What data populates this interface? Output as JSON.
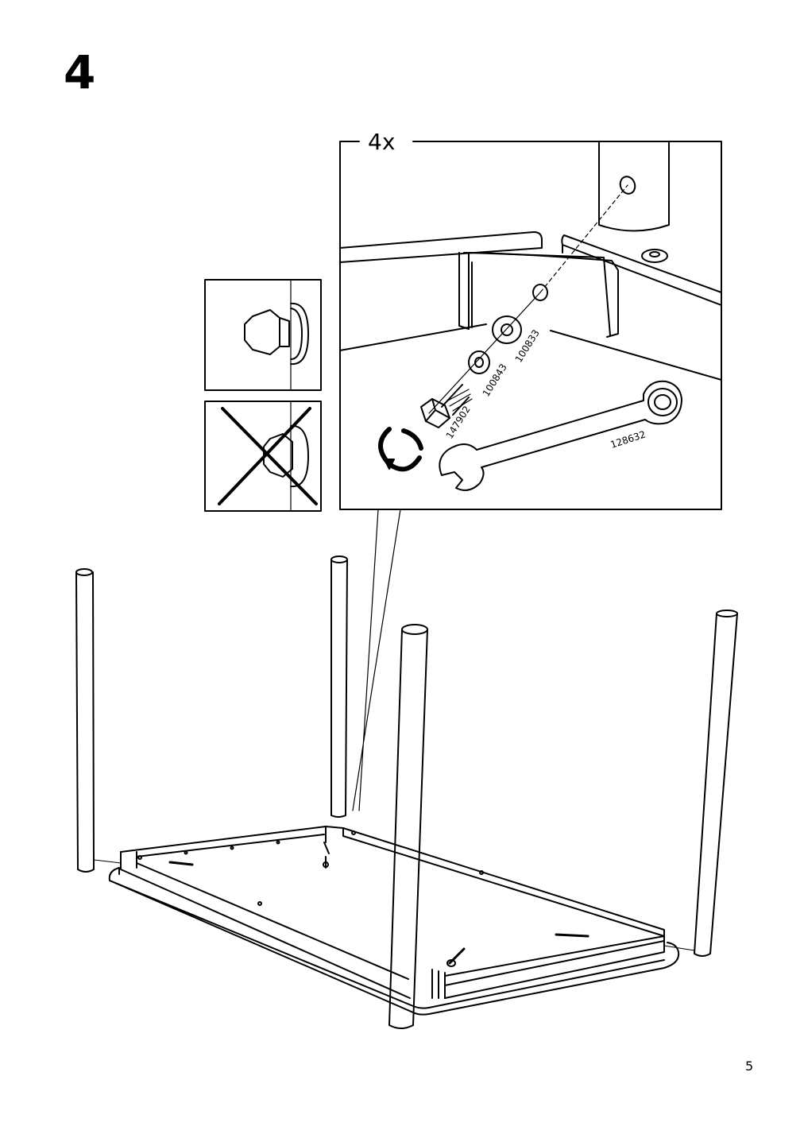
{
  "step": {
    "number": "4"
  },
  "detail": {
    "quantity": "4x",
    "parts": [
      {
        "id": "bolt",
        "number": "147902"
      },
      {
        "id": "spring-washer",
        "number": "100843"
      },
      {
        "id": "flat-washer",
        "number": "100833"
      },
      {
        "id": "wrench",
        "number": "128632"
      }
    ]
  },
  "page": {
    "number": "5"
  },
  "icons": [
    "correct-tightened-bolt-icon",
    "incorrect-loose-bolt-icon",
    "rotate-clockwise-icon",
    "wrench-icon",
    "table-frame-illustration"
  ]
}
